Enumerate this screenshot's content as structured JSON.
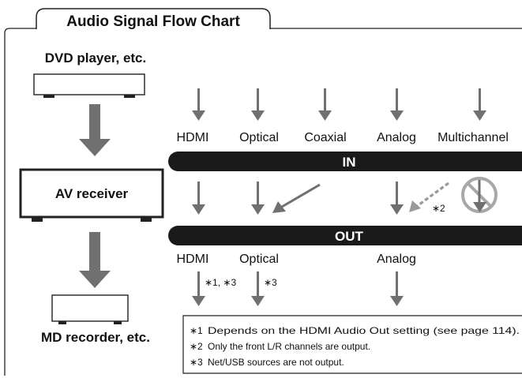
{
  "title": "Audio Signal Flow Chart",
  "devices": {
    "source": "DVD player, etc.",
    "receiver": "AV receiver",
    "recorder": "MD recorder, etc."
  },
  "inputs": [
    "HDMI",
    "Optical",
    "Coaxial",
    "Analog",
    "Multichannel"
  ],
  "in_bar": "IN",
  "out_bar": "OUT",
  "outputs": [
    "HDMI",
    "Optical",
    "Analog"
  ],
  "marks": {
    "hdmi_out": "∗1, ∗3",
    "optical_out": "∗3",
    "analog_in": "∗2"
  },
  "notes": [
    {
      "mark": "∗1",
      "text": "Depends on the HDMI Audio Out setting (see page 114)."
    },
    {
      "mark": "∗2",
      "text": "Only the front L/R channels are output."
    },
    {
      "mark": "∗3",
      "text": "Net/USB sources are not output."
    }
  ],
  "colors": {
    "arrow": "#707070",
    "bar": "#1a1a1a",
    "prohibited": "#a8a8a8",
    "frame": "#222222"
  }
}
